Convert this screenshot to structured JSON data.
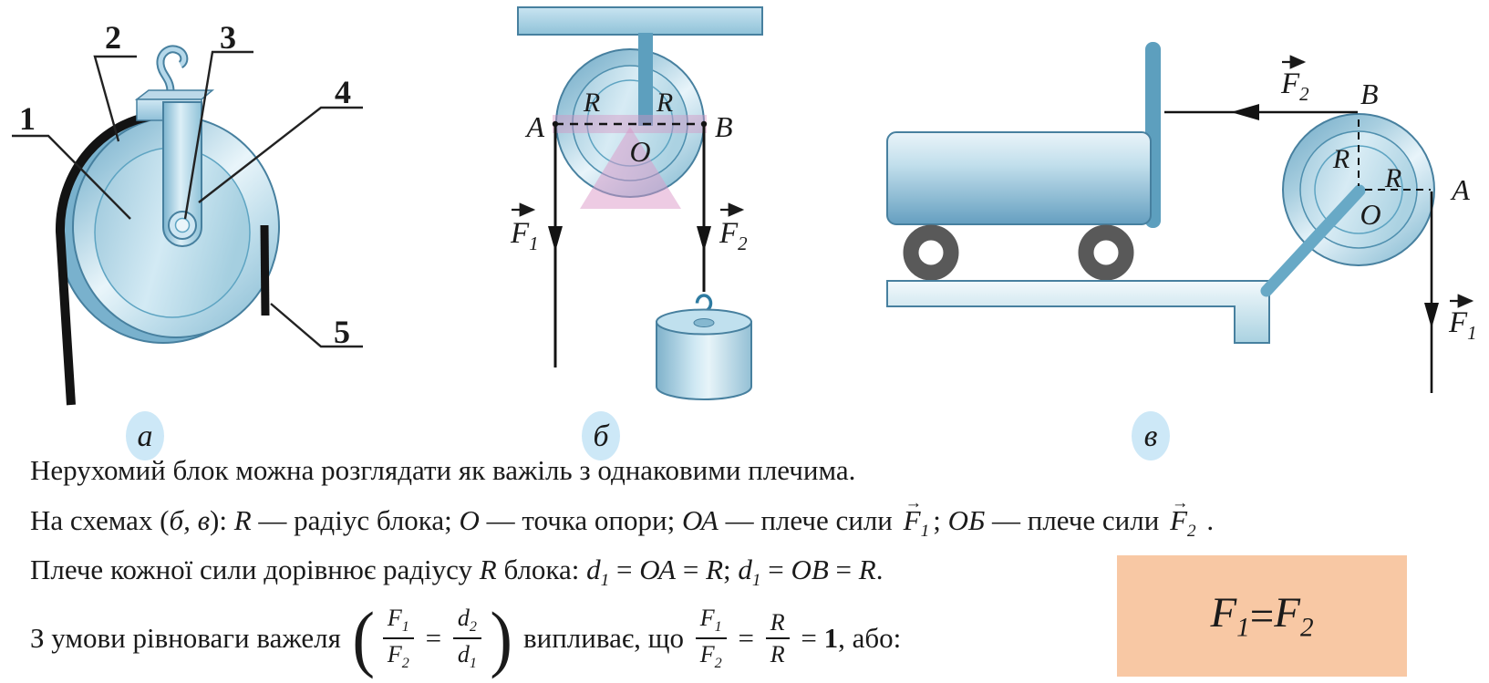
{
  "figure": {
    "topic": "Нерухомий блок",
    "captions": {
      "a": "а",
      "b": "б",
      "v": "в"
    }
  },
  "icons": {
    "vector_arrow": "→"
  },
  "colors": {
    "caption_ellipse_blue": "#cde8f7",
    "formula_box_bg": "#f8c8a4",
    "diagram_blue": "#5d9fbe",
    "diagram_blue_dark": "#47809f",
    "pink_overlay": "#d691c0",
    "rope_black": "#131313",
    "wheel_gray": "#595959",
    "ink": "#1a1a1a"
  },
  "diagram_a": {
    "caption": "а",
    "part_labels": [
      "1",
      "2",
      "3",
      "4",
      "5"
    ]
  },
  "diagram_b": {
    "caption": "б",
    "point_a": "A",
    "point_b": "B",
    "pivot": "O",
    "radius_left": "R",
    "radius_right": "R",
    "force_1": {
      "letter": "F",
      "sub": "1"
    },
    "force_2": {
      "letter": "F",
      "sub": "2"
    }
  },
  "diagram_v": {
    "caption": "в",
    "point_a": "A",
    "point_b": "B",
    "pivot": "O",
    "radius_left": "R",
    "radius_right": "R",
    "force_1": {
      "letter": "F",
      "sub": "1"
    },
    "force_2": {
      "letter": "F",
      "sub": "2"
    }
  },
  "text_block": {
    "lines": [
      {
        "segments": [
          {
            "t": "Нерухомий блок можна розглядати як важіль з однаковими плечима.",
            "style": "normal"
          }
        ]
      },
      {
        "segments": [
          {
            "t": "На схемах (",
            "style": "normal"
          },
          {
            "t": "б, в",
            "style": "italic"
          },
          {
            "t": "): ",
            "style": "normal"
          },
          {
            "t": "R",
            "style": "italic"
          },
          {
            "t": " — радіус блока; ",
            "style": "normal"
          },
          {
            "t": "О",
            "style": "italic"
          },
          {
            "t": " — точка опори; ",
            "style": "normal"
          },
          {
            "t": "ОА",
            "style": "italic"
          },
          {
            "t": " — плече сили ",
            "style": "normal"
          },
          {
            "t": "F",
            "style": "vec",
            "sub": "1"
          },
          {
            "t": "; ",
            "style": "normal"
          },
          {
            "t": "ОБ",
            "style": "italic"
          },
          {
            "t": " — плече сили ",
            "style": "normal"
          },
          {
            "t": "F",
            "style": "vec",
            "sub": "2"
          },
          {
            "t": " .",
            "style": "normal"
          }
        ]
      },
      {
        "segments": [
          {
            "t": "Плече кожної сили дорівнює радіусу ",
            "style": "normal"
          },
          {
            "t": "R",
            "style": "italic"
          },
          {
            "t": " блока: ",
            "style": "normal"
          },
          {
            "t": "d",
            "style": "italic",
            "sub": "1"
          },
          {
            "t": " = ",
            "style": "normal"
          },
          {
            "t": "ОА",
            "style": "italic"
          },
          {
            "t": " = ",
            "style": "normal"
          },
          {
            "t": "R",
            "style": "italic"
          },
          {
            "t": "; ",
            "style": "normal"
          },
          {
            "t": "d",
            "style": "italic",
            "sub": "1"
          },
          {
            "t": " = ",
            "style": "normal"
          },
          {
            "t": "ОВ",
            "style": "italic"
          },
          {
            "t": " = ",
            "style": "normal"
          },
          {
            "t": "R",
            "style": "italic"
          },
          {
            "t": ".",
            "style": "normal"
          }
        ]
      },
      {
        "segments": [
          {
            "t": "З умови рівноваги важеля ",
            "style": "normal"
          },
          {
            "t": "(",
            "style": "paren"
          },
          {
            "frac": {
              "num": [
                {
                  "t": "F",
                  "style": "italic",
                  "sub": "1"
                }
              ],
              "den": [
                {
                  "t": "F",
                  "style": "italic",
                  "sub": "2"
                }
              ]
            }
          },
          {
            "t": " = ",
            "style": "normal"
          },
          {
            "frac": {
              "num": [
                {
                  "t": "d",
                  "style": "italic",
                  "sub": "2"
                }
              ],
              "den": [
                {
                  "t": "d",
                  "style": "italic",
                  "sub": "1"
                }
              ]
            }
          },
          {
            "t": ")",
            "style": "paren"
          },
          {
            "t": " випливає, що ",
            "style": "normal"
          },
          {
            "frac": {
              "num": [
                {
                  "t": "F",
                  "style": "italic",
                  "sub": "1"
                }
              ],
              "den": [
                {
                  "t": "F",
                  "style": "italic",
                  "sub": "2"
                }
              ]
            }
          },
          {
            "t": " = ",
            "style": "normal"
          },
          {
            "frac": {
              "num": [
                {
                  "t": "R",
                  "style": "italic"
                }
              ],
              "den": [
                {
                  "t": "R",
                  "style": "italic"
                }
              ]
            }
          },
          {
            "t": " = ",
            "style": "normal"
          },
          {
            "t": "1",
            "style": "bold"
          },
          {
            "t": ", або:",
            "style": "normal"
          }
        ]
      }
    ]
  },
  "formula_box": {
    "segments": [
      {
        "t": "F",
        "style": "italic",
        "sub": "1"
      },
      {
        "t": " = ",
        "style": "normal"
      },
      {
        "t": "F",
        "style": "italic",
        "sub": "2"
      }
    ]
  }
}
